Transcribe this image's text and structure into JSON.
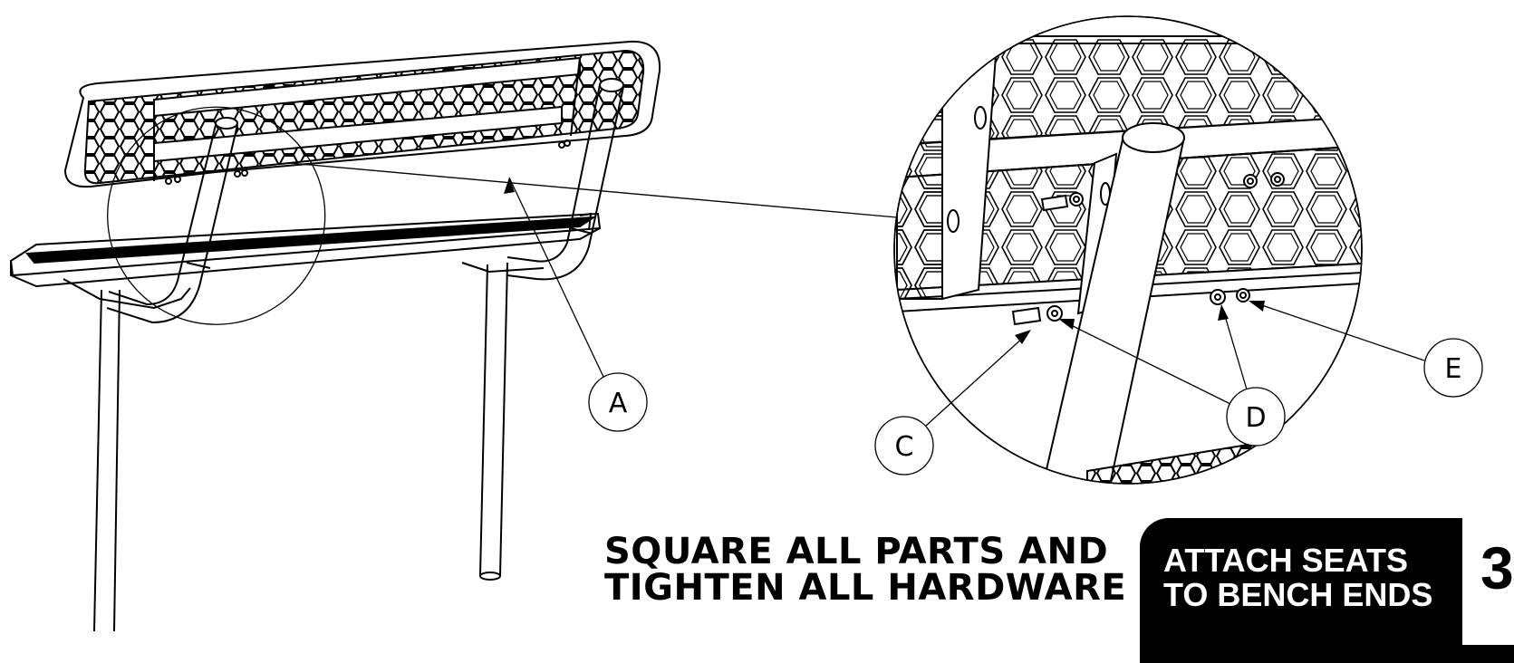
{
  "callouts": {
    "a": "A",
    "c": "C",
    "d": "D",
    "e": "E"
  },
  "instruction": {
    "line1": "SQUARE ALL PARTS AND",
    "line2": "TIGHTEN ALL HARDWARE"
  },
  "step": {
    "title_line1": "ATTACH SEATS",
    "title_line2": "TO BENCH ENDS",
    "number": "3"
  },
  "colors": {
    "ink": "#000000",
    "paper": "#ffffff"
  }
}
